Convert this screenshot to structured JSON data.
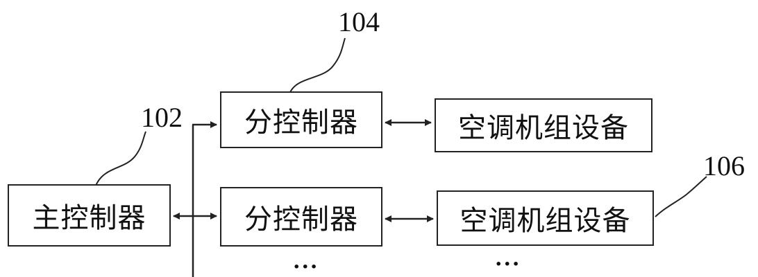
{
  "diagram": {
    "boxes": {
      "main_controller": "主控制器",
      "sub_controller_1": "分控制器",
      "sub_controller_2": "分控制器",
      "ac_unit_1": "空调机组设备",
      "ac_unit_2": "空调机组设备"
    },
    "refs": {
      "main": "102",
      "sub": "104",
      "unit": "106"
    },
    "ellipsis": {
      "sub": "···",
      "unit": "···"
    },
    "colors": {
      "line": "#222222",
      "text": "#111111",
      "background": "#ffffff"
    }
  }
}
